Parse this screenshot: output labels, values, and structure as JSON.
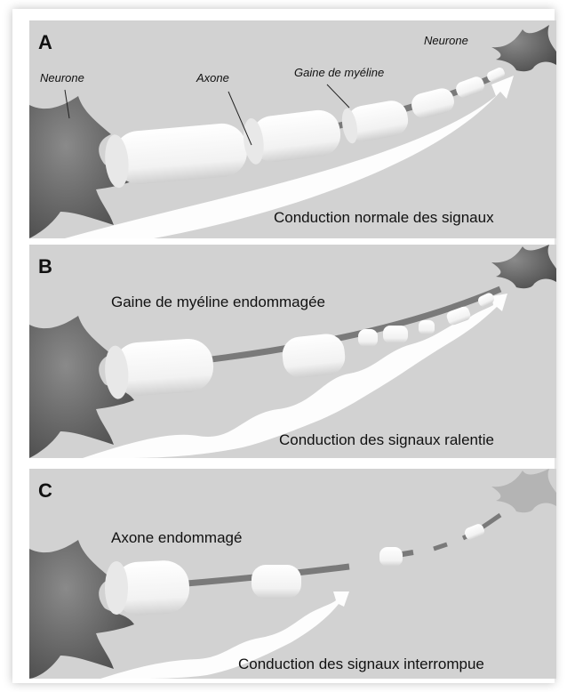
{
  "panels": [
    {
      "letter": "A",
      "labels": {
        "neurone_left": "Neurone",
        "axone": "Axone",
        "gaine": "Gaine de myéline",
        "neurone_right": "Neurone",
        "caption": "Conduction normale des signaux"
      }
    },
    {
      "letter": "B",
      "labels": {
        "heading": "Gaine de myéline endommagée",
        "caption": "Conduction des signaux ralentie"
      }
    },
    {
      "letter": "C",
      "labels": {
        "heading": "Axone endommagé",
        "caption": "Conduction des signaux interrompue"
      }
    }
  ],
  "colors": {
    "panel_background": "#d2d2d2",
    "neuron": "#5f5f5f",
    "myelin": "#f7f7f7",
    "axon": "#7a7a7a",
    "signal_arrow": "#ffffff"
  }
}
